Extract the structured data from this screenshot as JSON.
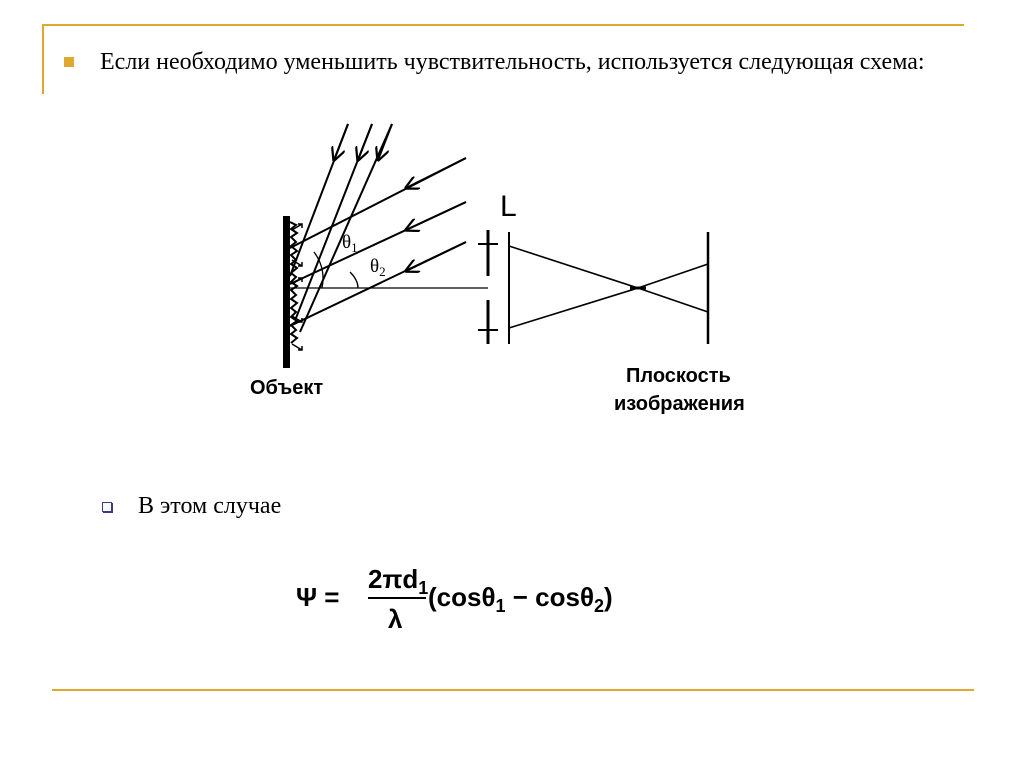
{
  "slide": {
    "bullet_text": "Если необходимо уменьшить чувствительность, используется следующая схема:",
    "sub_bullet_text": "В этом случае"
  },
  "diagram": {
    "label_L": "L",
    "label_theta1": "θ",
    "label_theta1_sub": "1",
    "label_theta2": "θ",
    "label_theta2_sub": "2",
    "label_object": "Объект",
    "label_plane_line1": "Плоскость",
    "label_plane_line2": "изображения"
  },
  "formula": {
    "lhs": "Ψ =",
    "numerator": "2πd",
    "numerator_sub": "1",
    "denominator": "λ",
    "open": "(cosθ",
    "sub1": "1",
    "minus": " − cosθ",
    "sub2": "2",
    "close": ")"
  },
  "colors": {
    "accent": "#e0a82e",
    "sub_bullet": "#3a3a8a"
  }
}
